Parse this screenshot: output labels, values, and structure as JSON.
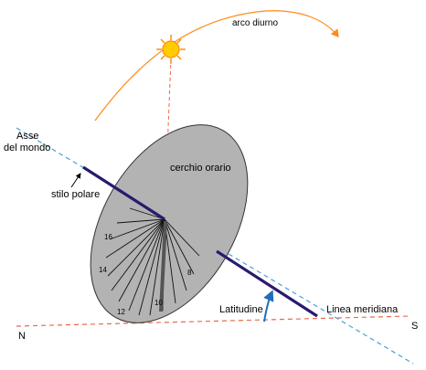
{
  "labels": {
    "arco_diurno": "arco diurno",
    "asse_line1": "Asse",
    "asse_line2": "del mondo",
    "stilo_polare": "stilo polare",
    "cerchio_orario": "cerchio orario",
    "latitudine": "Latitudine",
    "linea_meridiana": "Linea meridiana",
    "north": "N",
    "south": "S"
  },
  "hour_labels": [
    "16",
    "14",
    "12",
    "10",
    "8"
  ],
  "colors": {
    "sun": "#ffcc00",
    "sun_rays": "#ff8800",
    "arc": "#ff8a1a",
    "dial_fill": "#b3b3b3",
    "stylus": "#2a1a6e",
    "axis_dashed": "#4a9fd8",
    "meridian_dashed": "#e86a4a",
    "latitude_arrow": "#1f6fb8",
    "hour_lines": "#111111"
  }
}
